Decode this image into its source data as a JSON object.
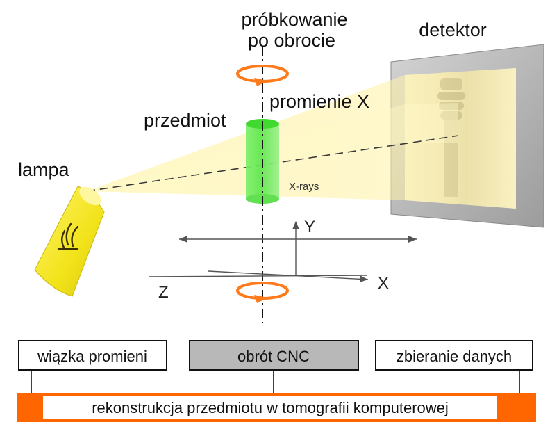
{
  "labels": {
    "sampling_line1": "próbkowanie",
    "sampling_line2": "po obrocie",
    "detector": "detektor",
    "xray_rays": "promienie X",
    "object": "przedmiot",
    "lamp": "lampa",
    "xrays_small": "X-rays",
    "axis_y": "Y",
    "axis_z": "Z",
    "axis_x": "X"
  },
  "boxes": {
    "beam": "wiązka promieni",
    "cnc": "obrót CNC",
    "data": "zbieranie danych"
  },
  "bar": {
    "text": "rekonstrukcja przedmiotu w tomografii komputerowej"
  },
  "colors": {
    "bar": "#ff6600",
    "rotation_arrow": "#ff7a1a",
    "object": "#55e84a",
    "lamp": "#f2e31a",
    "beam": "#fff2a0",
    "detector_frame": "#bdbdbd",
    "cnc_box": "#b8b8b8"
  },
  "icons": {
    "lamp_logo": "flame-logo-icon",
    "rotation": "rotation-arrow-icon"
  }
}
